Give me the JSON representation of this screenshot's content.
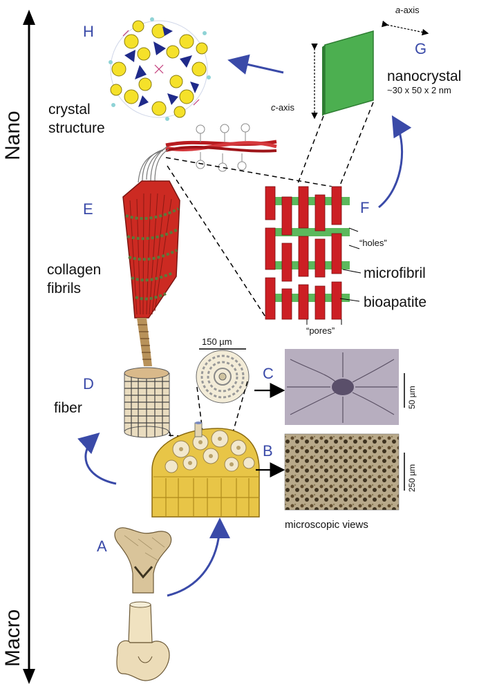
{
  "scale": {
    "nano": "Nano",
    "macro": "Macro"
  },
  "panels": {
    "a": "A",
    "b": "B",
    "c": "C",
    "d": "D",
    "e": "E",
    "f": "F",
    "g": "G",
    "h": "H"
  },
  "labels": {
    "crystal_structure_1": "crystal",
    "crystal_structure_2": "structure",
    "nanocrystal": "nanocrystal",
    "nanocrystal_size": "~30 x 50 x 2 nm",
    "a_axis_italic": "a",
    "a_axis_rest": "-axis",
    "c_axis_italic": "c",
    "c_axis_rest": "-axis",
    "collagen_1": "collagen",
    "collagen_2": "fibrils",
    "holes": "“holes”",
    "microfibril": "microfibril",
    "bioapatite": "bioapatite",
    "pores": "“pores”",
    "scale_150": "150 µm",
    "fiber": "fiber",
    "scale_50": "50 µm",
    "scale_250": "250 µm",
    "microscopic_views": "microscopic views"
  },
  "colors": {
    "letter_blue": "#3a4aa8",
    "arrow_blue": "#3a4aa8",
    "collagen_red": "#cc1f24",
    "apatite_green": "#5cb85c",
    "crystal_green": "#4caf50",
    "crystal_yellow": "#f5e12a",
    "crystal_navy": "#1f2a8a",
    "bone_tan": "#e6d3a8",
    "osteon_yellow": "#e8c547"
  }
}
